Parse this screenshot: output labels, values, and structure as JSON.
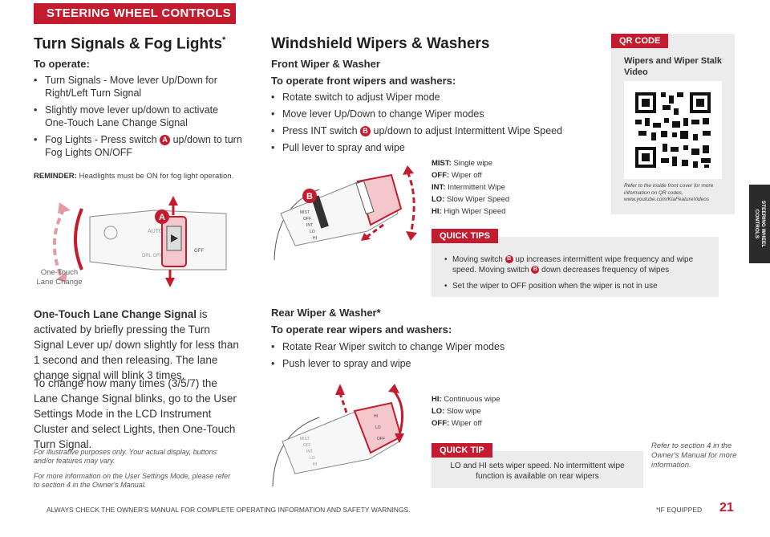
{
  "header": {
    "title": "STEERING WHEEL CONTROLS"
  },
  "side_tab": {
    "label_line1": "STEERING WHEEL",
    "label_line2": "CONTROLS"
  },
  "turn_signals": {
    "title": "Turn Signals & Fog Lights",
    "title_mark": "*",
    "to_operate": "To operate:",
    "bullets": [
      "Turn Signals - Move lever Up/Down for Right/Left Turn Signal",
      "Slightly move lever up/down to activate One-Touch Lane Change Signal",
      "Fog Lights - Press switch",
      "up/down to turn Fog Lights ON/OFF"
    ],
    "badge_a": "A",
    "reminder_label": "REMINDER:",
    "reminder_text": "Headlights must be ON for fog light operation.",
    "illustration_label": "One-Touch Lane Change",
    "one_touch_bold": "One-Touch Lane Change Signal",
    "one_touch_text": "is activated by briefly pressing the Turn Signal Lever up/ down slightly for less than 1 second and then releasing. The lane change signal will blink 3 times.",
    "change_text": "To change how many times (3/5/7) the Lane Change Signal blinks, go to the User Settings Mode in the LCD Instrument Cluster and select Lights, then One-Touch Turn Signal.",
    "disclaimer_1": "For illustrative purposes only. Your actual display, buttons and/or features may vary.",
    "disclaimer_2": "For more information on the User Settings Mode, please refer to section 4 in the Owner's Manual.",
    "lever_labels": {
      "auto": "AUTO",
      "off": "OFF",
      "drl": "DRL OFF"
    }
  },
  "wipers": {
    "title": "Windshield Wipers & Washers",
    "front_heading": "Front Wiper & Washer",
    "front_operate": "To operate front wipers and washers:",
    "front_bullets": [
      "Rotate switch to adjust Wiper mode",
      "Move lever Up/Down to change Wiper modes",
      "Press INT switch",
      "up/down to adjust Intermittent Wipe Speed",
      "Pull lever to spray and wipe"
    ],
    "badge_b": "B",
    "front_legend": [
      {
        "key": "MIST:",
        "value": "Single wipe"
      },
      {
        "key": "OFF:",
        "value": "Wiper off"
      },
      {
        "key": "INT:",
        "value": "Intermittent Wipe"
      },
      {
        "key": "LO:",
        "value": "Slow Wiper Speed"
      },
      {
        "key": "HI:",
        "value": "High Wiper Speed"
      }
    ],
    "quick_tips_label": "QUICK TIPS",
    "quick_tips": [
      "Moving switch",
      "up increases intermittent wipe frequency and wipe speed. Moving switch",
      "down decreases frequency of wipes",
      "Set the wiper to OFF position when the wiper is not in use"
    ],
    "rear_heading": "Rear Wiper & Washer*",
    "rear_operate": "To operate rear wipers and washers:",
    "rear_bullets": [
      "Rotate Rear Wiper switch to change Wiper modes",
      "Push lever to spray and wipe"
    ],
    "rear_legend": [
      {
        "key": "HI:",
        "value": "Continuous wipe"
      },
      {
        "key": "LO:",
        "value": "Slow wipe"
      },
      {
        "key": "OFF:",
        "value": "Wiper off"
      }
    ],
    "quick_tip_label": "QUICK TIP",
    "quick_tip_text": "LO and HI sets wiper speed. No intermittent wipe function is available on rear wipers",
    "refer_text": "Refer to section 4 in the Owner's Manual for more information.",
    "lever_labels": {
      "mist": "MIST",
      "off": "OFF",
      "int": "INT",
      "lo": "LO",
      "hi": "HI"
    }
  },
  "qr": {
    "tag": "QR CODE",
    "title": "Wipers and Wiper Stalk Video",
    "note": "Refer to the inside front cover for more information on QR codes. www.youtube.com/KiaFeatureVideos"
  },
  "footer": {
    "left": "ALWAYS CHECK THE OWNER'S MANUAL FOR COMPLETE OPERATING INFORMATION AND SAFETY WARNINGS.",
    "right": "*IF EQUIPPED",
    "page": "21"
  },
  "colors": {
    "accent": "#c41c2e",
    "tip_bg": "#ececec",
    "text": "#333333"
  }
}
